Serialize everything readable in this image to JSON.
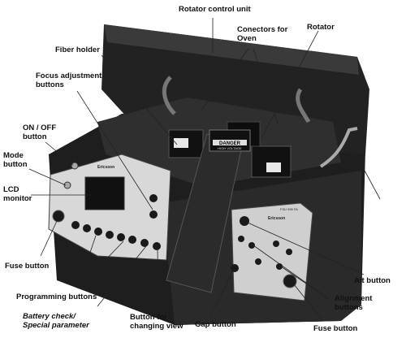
{
  "labels": {
    "rotator_control_unit": "Rotator control unit",
    "connectors_for_oven": "Conectors for Oven",
    "rotator": "Rotator",
    "fiber_holder": "Fiber holder",
    "focus_adjustment_buttons": "Focus adjustment buttons",
    "on_off_button": "ON / OFF button",
    "mode_button": "Mode button",
    "lcd_monitor": "LCD monitor",
    "fuse_button_left": "Fuse button",
    "programming_buttons": "Programming buttons",
    "battery_check": "Battery check/ Special parameter",
    "button_for_changing_view": "Button for changing view",
    "gap_button": "Gap button",
    "alt_button": "Alt button",
    "alignment_buttons": "Alignment buttons",
    "fuse_button_right": "Fuse button"
  },
  "device_markings": {
    "danger_header": "DANGER",
    "danger_text": "HIGH VOLTAGE",
    "brand_left": "Ericsson",
    "brand_right": "Ericsson",
    "model": "FSU 995 FA"
  },
  "colors": {
    "background": "#ffffff",
    "device_dark": "#1c1c1c",
    "panel_light": "#d9d9d9",
    "leader_line": "#222222"
  }
}
